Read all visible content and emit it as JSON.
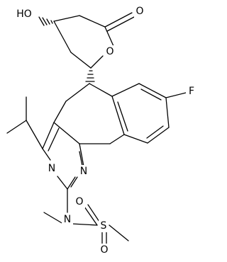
{
  "molecule": {
    "atoms": {
      "ho": "HO",
      "o_carbonyl": "O",
      "o_ring": "O",
      "f": "F",
      "n_top": "N",
      "n_left": "N",
      "n_amine": "N",
      "s": "S",
      "o_sulfonyl_left": "O",
      "o_sulfonyl_bottom": "O"
    }
  }
}
